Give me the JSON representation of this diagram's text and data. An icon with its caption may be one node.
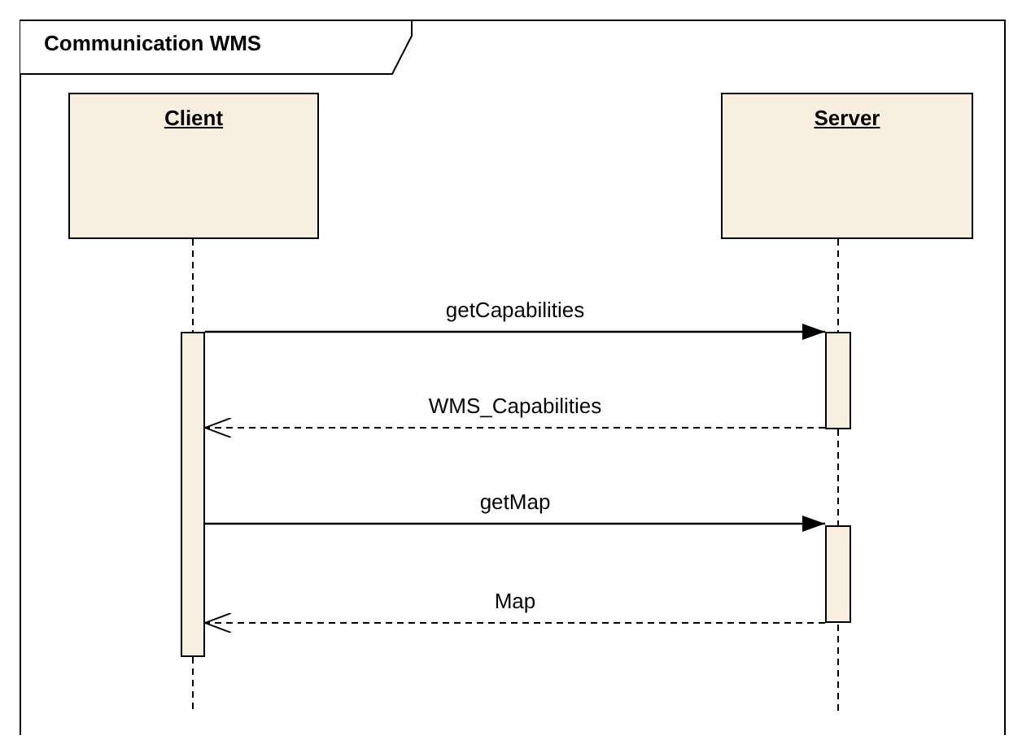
{
  "diagram": {
    "nodes": [
      {
        "text": [
          "Communication WMS"
        ]
      },
      {
        "text": [
          "Client"
        ],
        "in": 0
      },
      {
        "text": [
          "Server"
        ],
        "in": 0
      },
      {
        "text": [],
        "shape": "bar",
        "in": 0
      },
      {
        "text": [],
        "shape": "bar",
        "in": 0
      },
      {
        "text": [],
        "shape": "bar",
        "in": 0
      }
    ],
    "edges": [
      {
        "from": 1,
        "to": 3,
        "arrow": "none",
        "style": "dashed"
      },
      {
        "from": 2,
        "to": 4,
        "arrow": "none",
        "style": "dashed"
      },
      {
        "from": 4,
        "to": 5,
        "arrow": "none",
        "style": "dashed"
      },
      {
        "from": 3,
        "to": 4,
        "arrow": "to",
        "label": "getCapabilities"
      },
      {
        "from": 4,
        "to": 3,
        "arrow": "to",
        "label": "WMS_Capabilities",
        "style": "dashed"
      },
      {
        "from": 3,
        "to": 5,
        "arrow": "to",
        "label": "getMap"
      },
      {
        "from": 5,
        "to": 3,
        "arrow": "to",
        "label": "Map",
        "style": "dashed"
      }
    ]
  }
}
